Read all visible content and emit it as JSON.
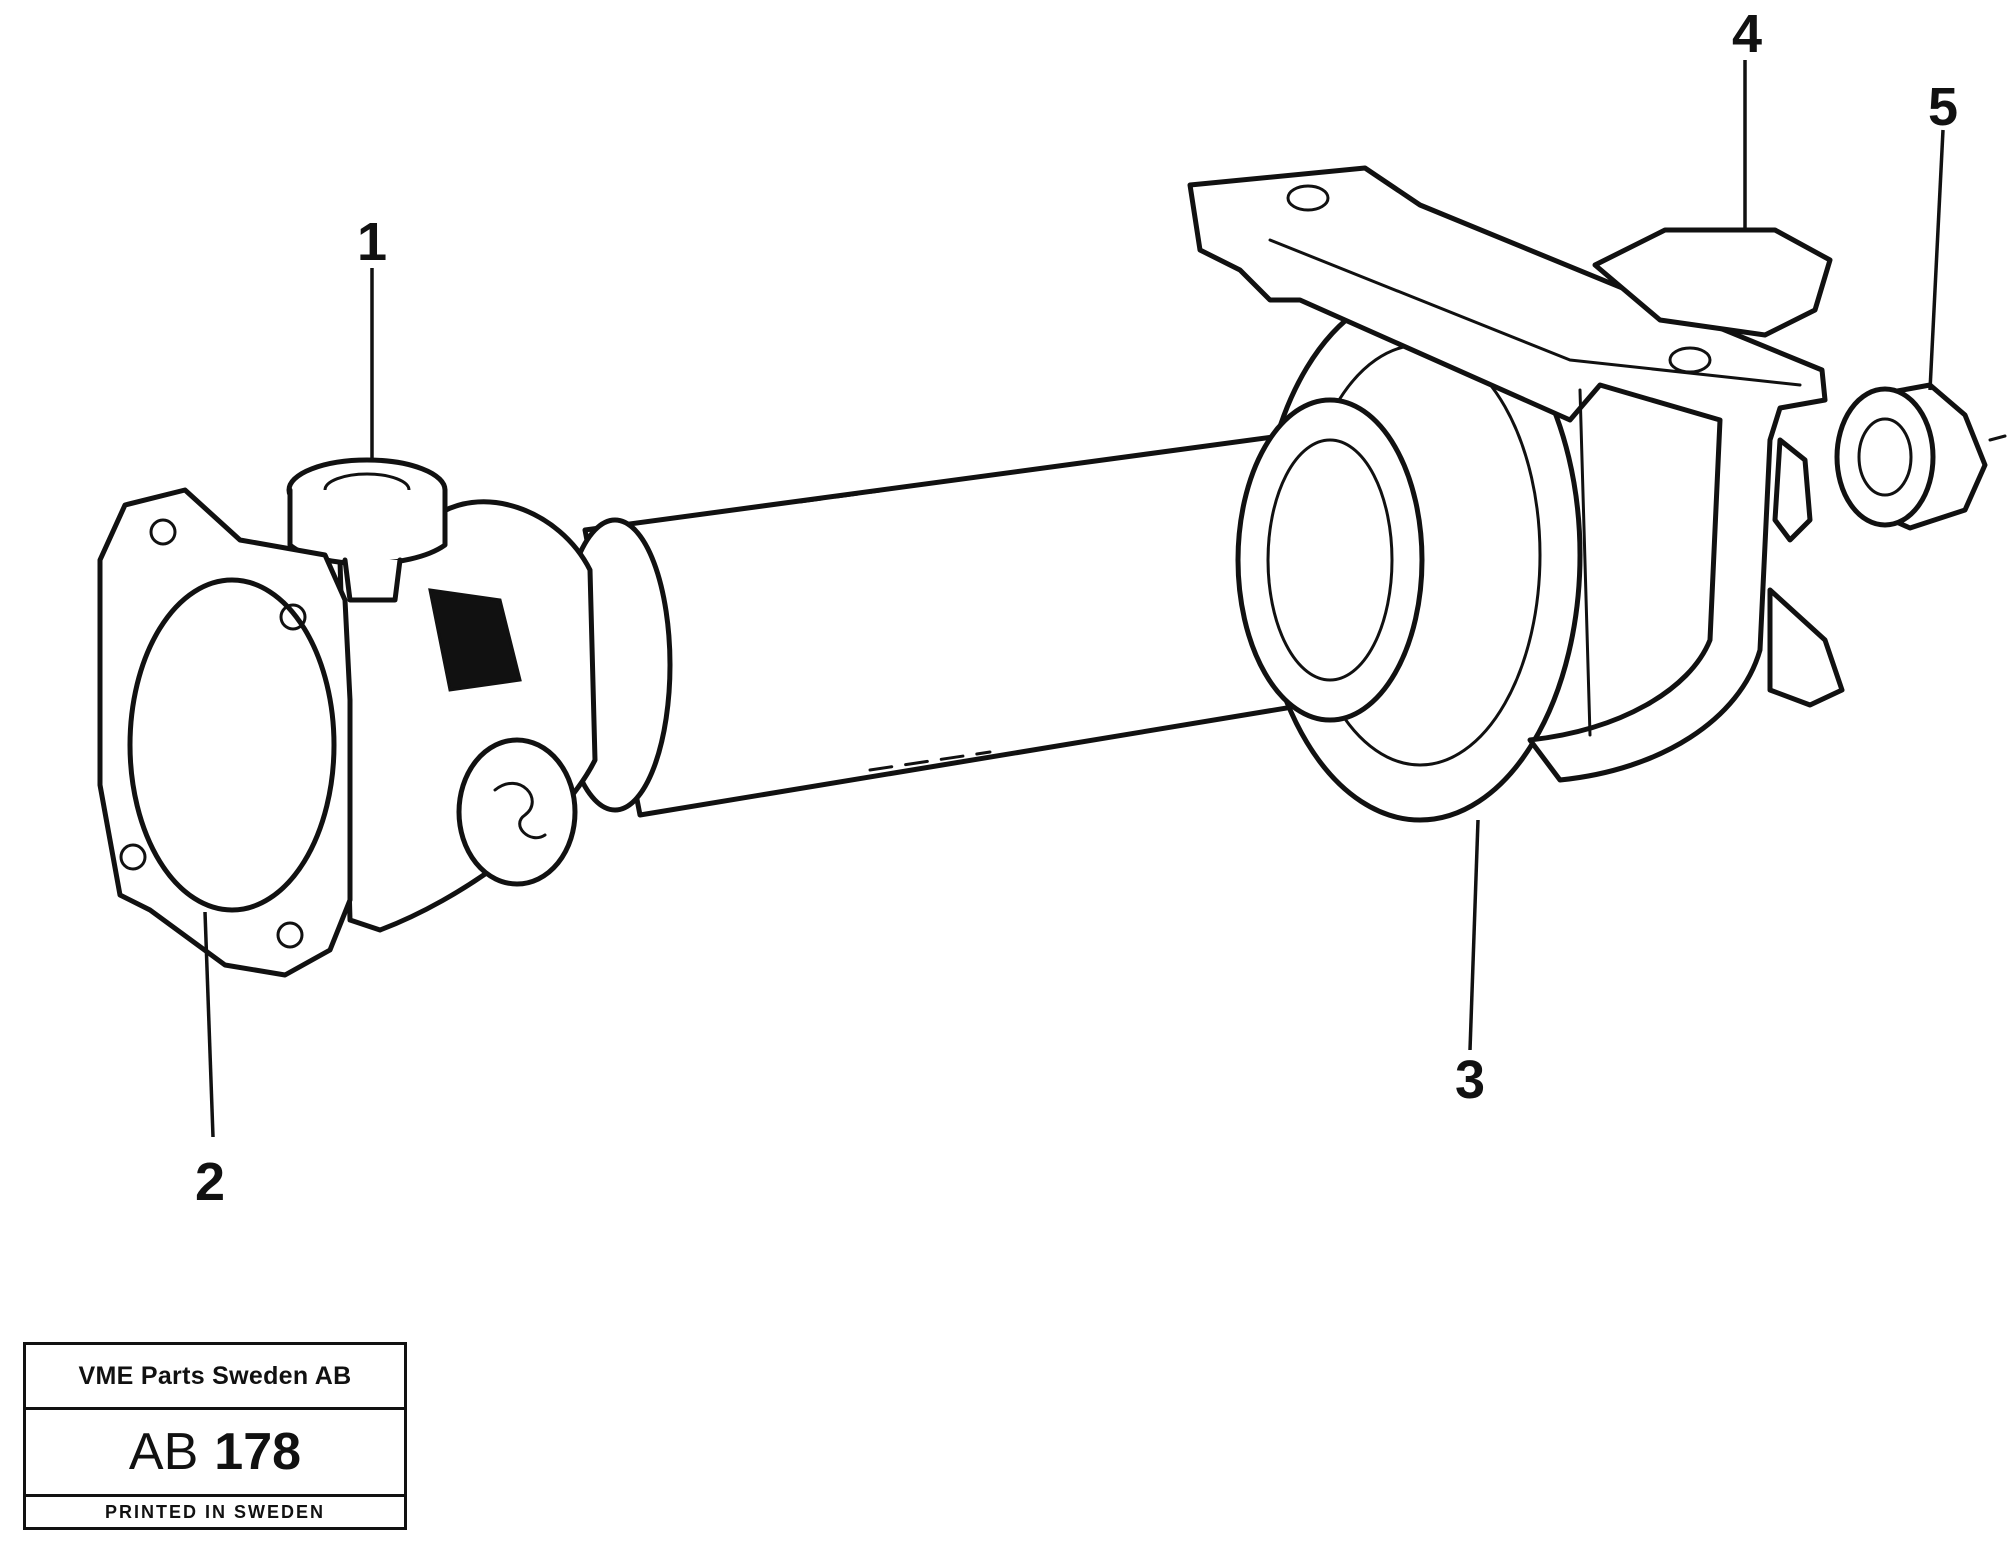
{
  "callouts": [
    {
      "id": "1",
      "label": "1"
    },
    {
      "id": "2",
      "label": "2"
    },
    {
      "id": "3",
      "label": "3"
    },
    {
      "id": "4",
      "label": "4"
    },
    {
      "id": "5",
      "label": "5"
    }
  ],
  "title_block": {
    "company": "VME Parts Sweden AB",
    "code_prefix": "AB",
    "code_number": "178",
    "footer": "PRINTED IN SWEDEN"
  },
  "colors": {
    "line": "#111111",
    "background": "#ffffff"
  }
}
